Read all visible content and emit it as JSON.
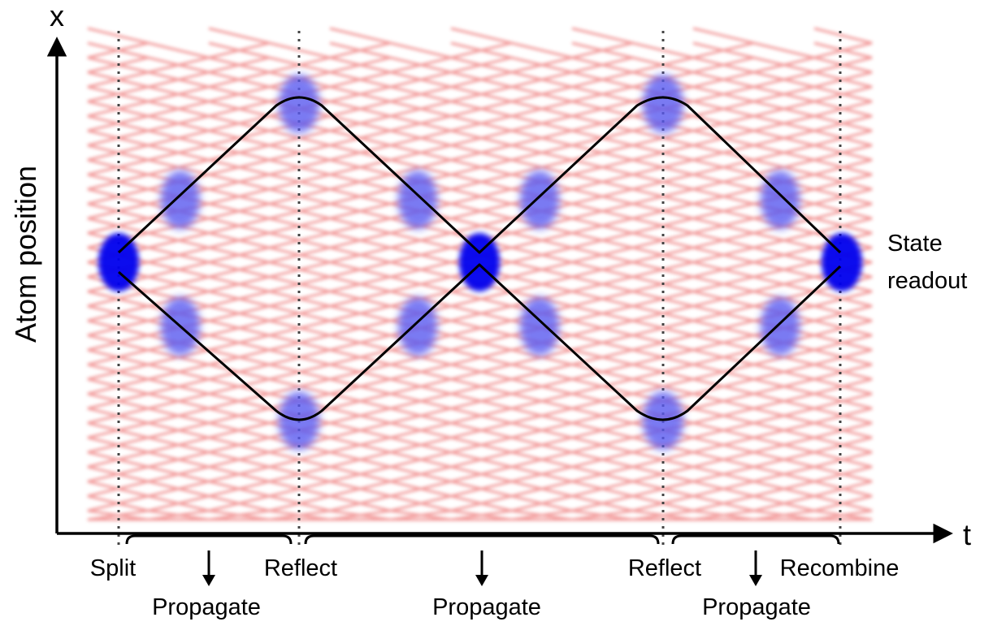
{
  "axes": {
    "x_axis_label": "t",
    "y_axis_label": "Atom  position",
    "y_axis_symbol": "x"
  },
  "events": [
    {
      "label": "Split"
    },
    {
      "label": "Reflect"
    },
    {
      "label": "Reflect"
    },
    {
      "label": "Recombine"
    }
  ],
  "phases": [
    {
      "label": "Propagate"
    },
    {
      "label": "Propagate"
    },
    {
      "label": "Propagate"
    }
  ],
  "readout": {
    "line1": "State",
    "line2": "readout"
  },
  "colors": {
    "lattice": "#f08a8a",
    "atom_strong": "#0000ee",
    "atom_faint": "#5a5af0",
    "trajectory": "#000000",
    "guide": "#444444"
  }
}
